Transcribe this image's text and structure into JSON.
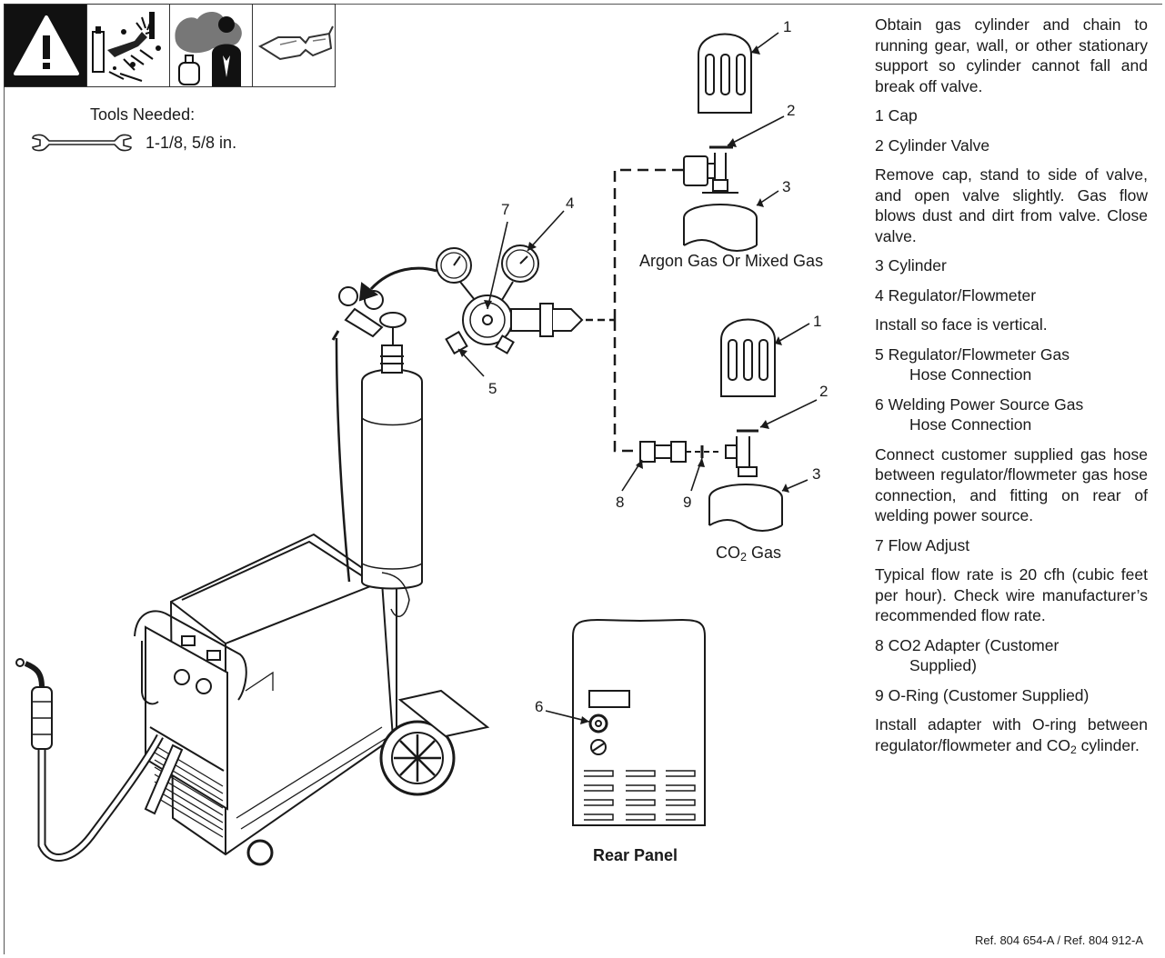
{
  "tools": {
    "title": "Tools Needed:",
    "sizes": "1-1/8, 5/8 in."
  },
  "safety_icons": [
    "warning-icon",
    "electric-shock-sparks-icon",
    "fumes-gas-cylinder-icon",
    "safety-glasses-icon"
  ],
  "diagram": {
    "callouts": {
      "n1a": "1",
      "n2a": "2",
      "n3a": "3",
      "n4": "4",
      "n5": "5",
      "n6": "6",
      "n7": "7",
      "n1b": "1",
      "n2b": "2",
      "n3b": "3",
      "n8": "8",
      "n9": "9"
    },
    "argon_label": "Argon Gas Or Mixed Gas",
    "co2_label_main": "CO",
    "co2_label_sub": "2",
    "co2_label_tail": " Gas",
    "rear_panel_label": "Rear Panel"
  },
  "instructions": {
    "intro": "Obtain gas cylinder and chain to running gear, wall, or other stationary support so cylinder cannot fall and break off valve.",
    "item1": "1 Cap",
    "item2": "2 Cylinder Valve",
    "item2_text": "Remove cap, stand to side of valve, and open valve slightly. Gas flow blows dust and dirt from valve. Close valve.",
    "item3": "3 Cylinder",
    "item4": "4 Regulator/Flowmeter",
    "item4_text": "Install so face is vertical.",
    "item5_line1": "5 Regulator/Flowmeter Gas",
    "item5_line2": "Hose Connection",
    "item6_line1": "6 Welding Power Source Gas",
    "item6_line2": "Hose Connection",
    "item6_text": "Connect customer supplied gas hose between regulator/flowmeter gas hose connection, and fitting on rear of welding power source.",
    "item7": "7 Flow Adjust",
    "item7_text": "Typical flow rate is 20 cfh (cubic feet per hour). Check wire manufacturer’s recommended flow rate.",
    "item8_line1": "8 CO2 Adapter (Customer",
    "item8_line2": "Supplied)",
    "item9": "9 O-Ring (Customer Supplied)",
    "item9_text_main": "Install adapter with O-ring between regulator/flowmeter and CO",
    "item9_text_sub": "2",
    "item9_text_tail": " cylinder."
  },
  "reference": "Ref. 804 654-A / Ref. 804 912-A"
}
